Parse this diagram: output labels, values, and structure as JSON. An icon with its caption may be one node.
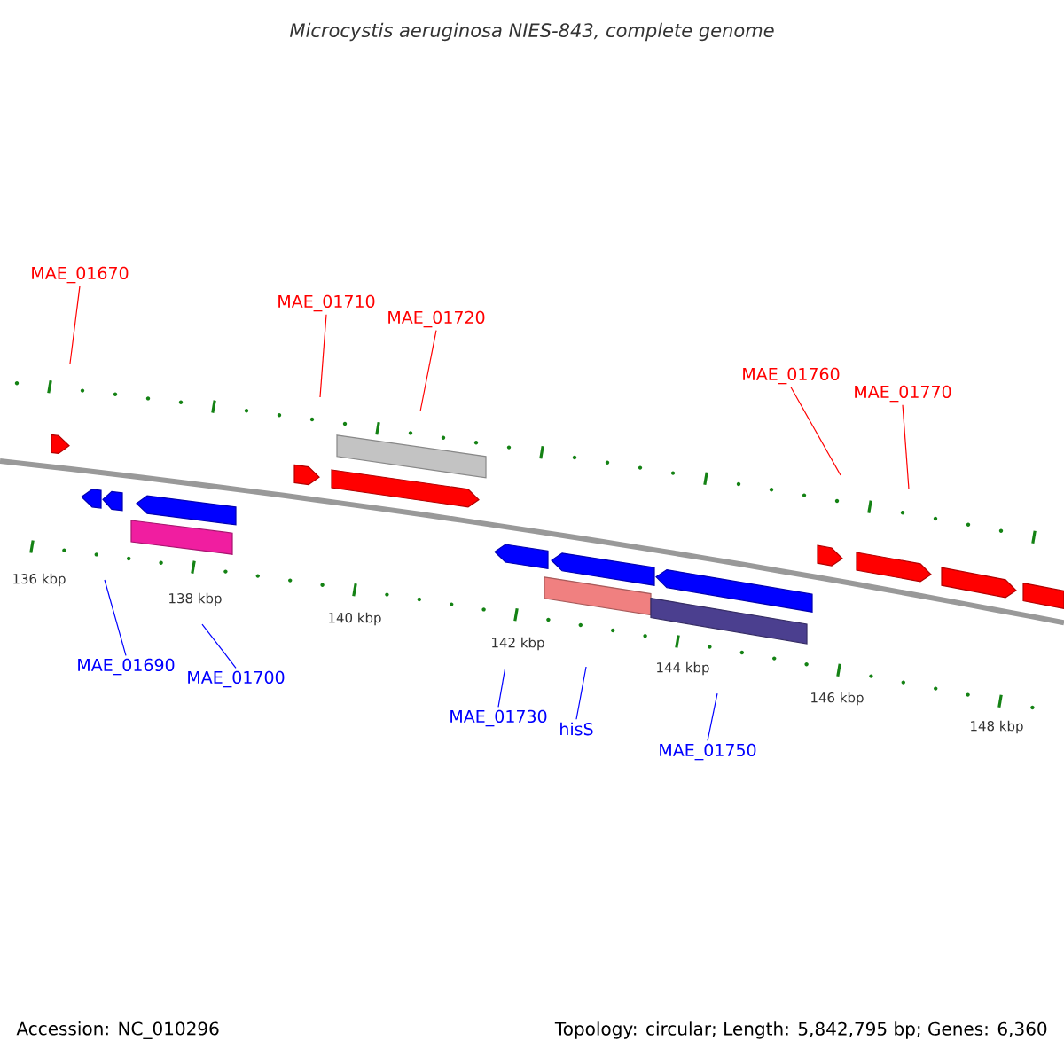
{
  "diagram": {
    "title": "Microcystis aeruginosa NIES-843, complete genome",
    "nodes": [
      {
        "text": [
          "MAE_01670"
        ]
      },
      {
        "text": [
          "MAE_01710"
        ]
      },
      {
        "text": [
          "MAE_01720"
        ]
      },
      {
        "text": [
          "MAE_01760"
        ]
      },
      {
        "text": [
          "MAE_01770"
        ]
      },
      {
        "text": [
          "MAE_01690"
        ]
      },
      {
        "text": [
          "MAE_01700"
        ]
      },
      {
        "text": [
          "MAE_01730"
        ]
      },
      {
        "text": [
          "hisS"
        ]
      },
      {
        "text": [
          "MAE_01750"
        ]
      }
    ],
    "edges": [
      {
        "from": 0,
        "to": null,
        "arrow": "none"
      },
      {
        "from": 1,
        "to": null,
        "arrow": "none"
      },
      {
        "from": 2,
        "to": null,
        "arrow": "none"
      },
      {
        "from": 3,
        "to": null,
        "arrow": "none"
      },
      {
        "from": 4,
        "to": null,
        "arrow": "none"
      },
      {
        "from": 5,
        "to": null,
        "arrow": "none",
        "color": "#0000ff"
      },
      {
        "from": 6,
        "to": null,
        "arrow": "none",
        "color": "#0000ff"
      },
      {
        "from": 7,
        "to": null,
        "arrow": "none",
        "color": "#0000ff"
      },
      {
        "from": 8,
        "to": null,
        "arrow": "none",
        "color": "#0000ff"
      },
      {
        "from": 9,
        "to": null,
        "arrow": "none",
        "color": "#0000ff"
      }
    ],
    "labels": [
      "136 kbp",
      "138 kbp",
      "140 kbp",
      "142 kbp",
      "144 kbp",
      "146 kbp",
      "148 kbp",
      "Accession: NC_010296",
      "Topology: circular; Length: 5,842,795 bp; Genes: 6,360"
    ]
  }
}
